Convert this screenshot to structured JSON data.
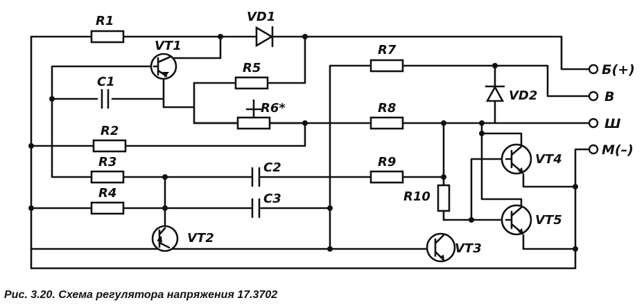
{
  "labels": {
    "r1": "R1",
    "r2": "R2",
    "r3": "R3",
    "r4": "R4",
    "r5": "R5",
    "r6": "R6*",
    "r7": "R7",
    "r8": "R8",
    "r9": "R9",
    "r10": "R10",
    "c1": "C1",
    "c2": "C2",
    "c3": "C3",
    "vd1": "VD1",
    "vd2": "VD2",
    "vt1": "VT1",
    "vt2": "VT2",
    "vt3": "VT3",
    "vt4": "VT4",
    "vt5": "VT5"
  },
  "terminals": {
    "b_plus": "Б(+)",
    "v": "В",
    "sh": "Ш",
    "m_minus": "М(–)"
  },
  "caption": "Рис. 3.20. Схема регулятора напряжения 17.3702"
}
